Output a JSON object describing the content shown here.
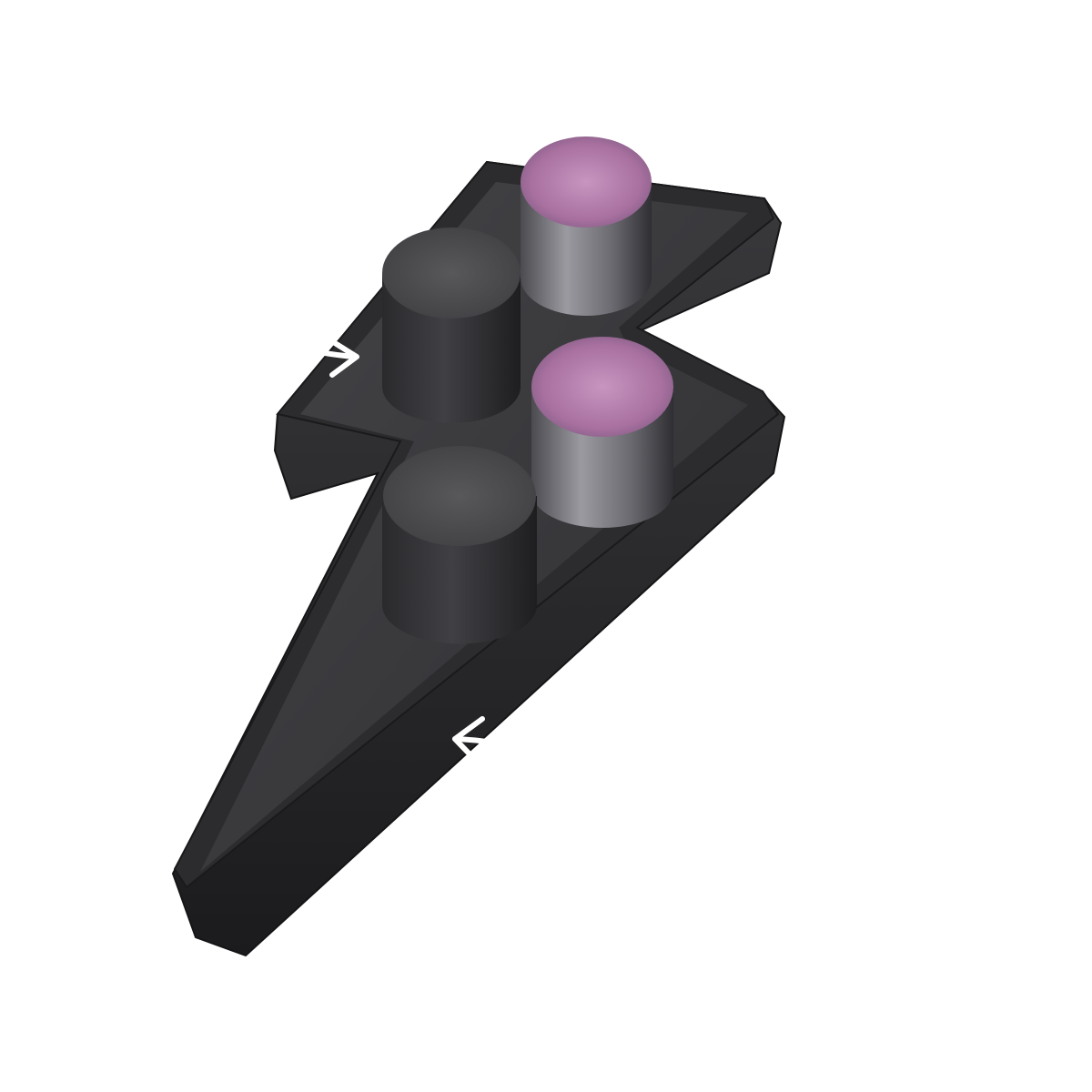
{
  "scene": {
    "subject": "lightning-bolt-tray",
    "background_color": "#ffffff",
    "tray_color": "#2a2a2c",
    "tray_floor_color": "#3a3a3d",
    "dark_cylinder_color": "#3b3b3e",
    "metal_cylinder_top_color": "#b07aa8",
    "metal_cylinder_side_color": "#6a6a6e",
    "arrow_color": "#ffffff",
    "cylinders": [
      {
        "kind": "metal-pink-top"
      },
      {
        "kind": "dark"
      },
      {
        "kind": "metal-pink-top"
      },
      {
        "kind": "dark"
      }
    ],
    "arrows": [
      {
        "icon": "curved-arrow-icon",
        "points_to": "top-metal-cylinder"
      },
      {
        "icon": "curved-arrow-icon",
        "points_to": "tray-inner-edge-left"
      },
      {
        "icon": "curved-arrow-icon",
        "points_to": "tray-lower-edge"
      }
    ]
  }
}
